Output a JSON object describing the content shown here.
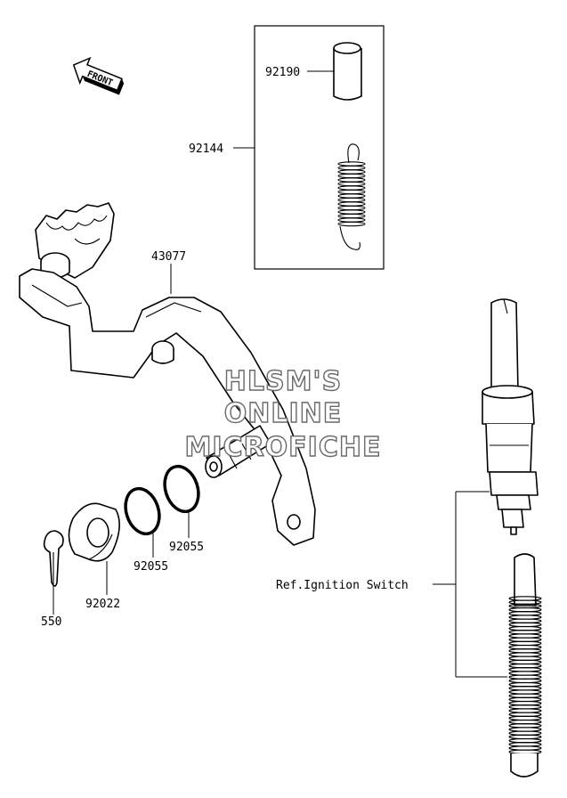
{
  "diagram": {
    "front_arrow": {
      "label": "FRONT",
      "icon": "front-arrow-icon"
    },
    "labels": {
      "p92190": "92190",
      "p92144": "92144",
      "p43077": "43077",
      "p92055a": "92055",
      "p92055b": "92055",
      "p92022": "92022",
      "p550": "550",
      "ref": "Ref.Ignition Switch"
    },
    "watermark": {
      "line1": "HLSM'S",
      "line2": "ONLINE",
      "line3": "MICROFICHE"
    },
    "colors": {
      "line": "#000000",
      "watermark_outline": "#6a6a6a",
      "background": "#ffffff"
    }
  }
}
